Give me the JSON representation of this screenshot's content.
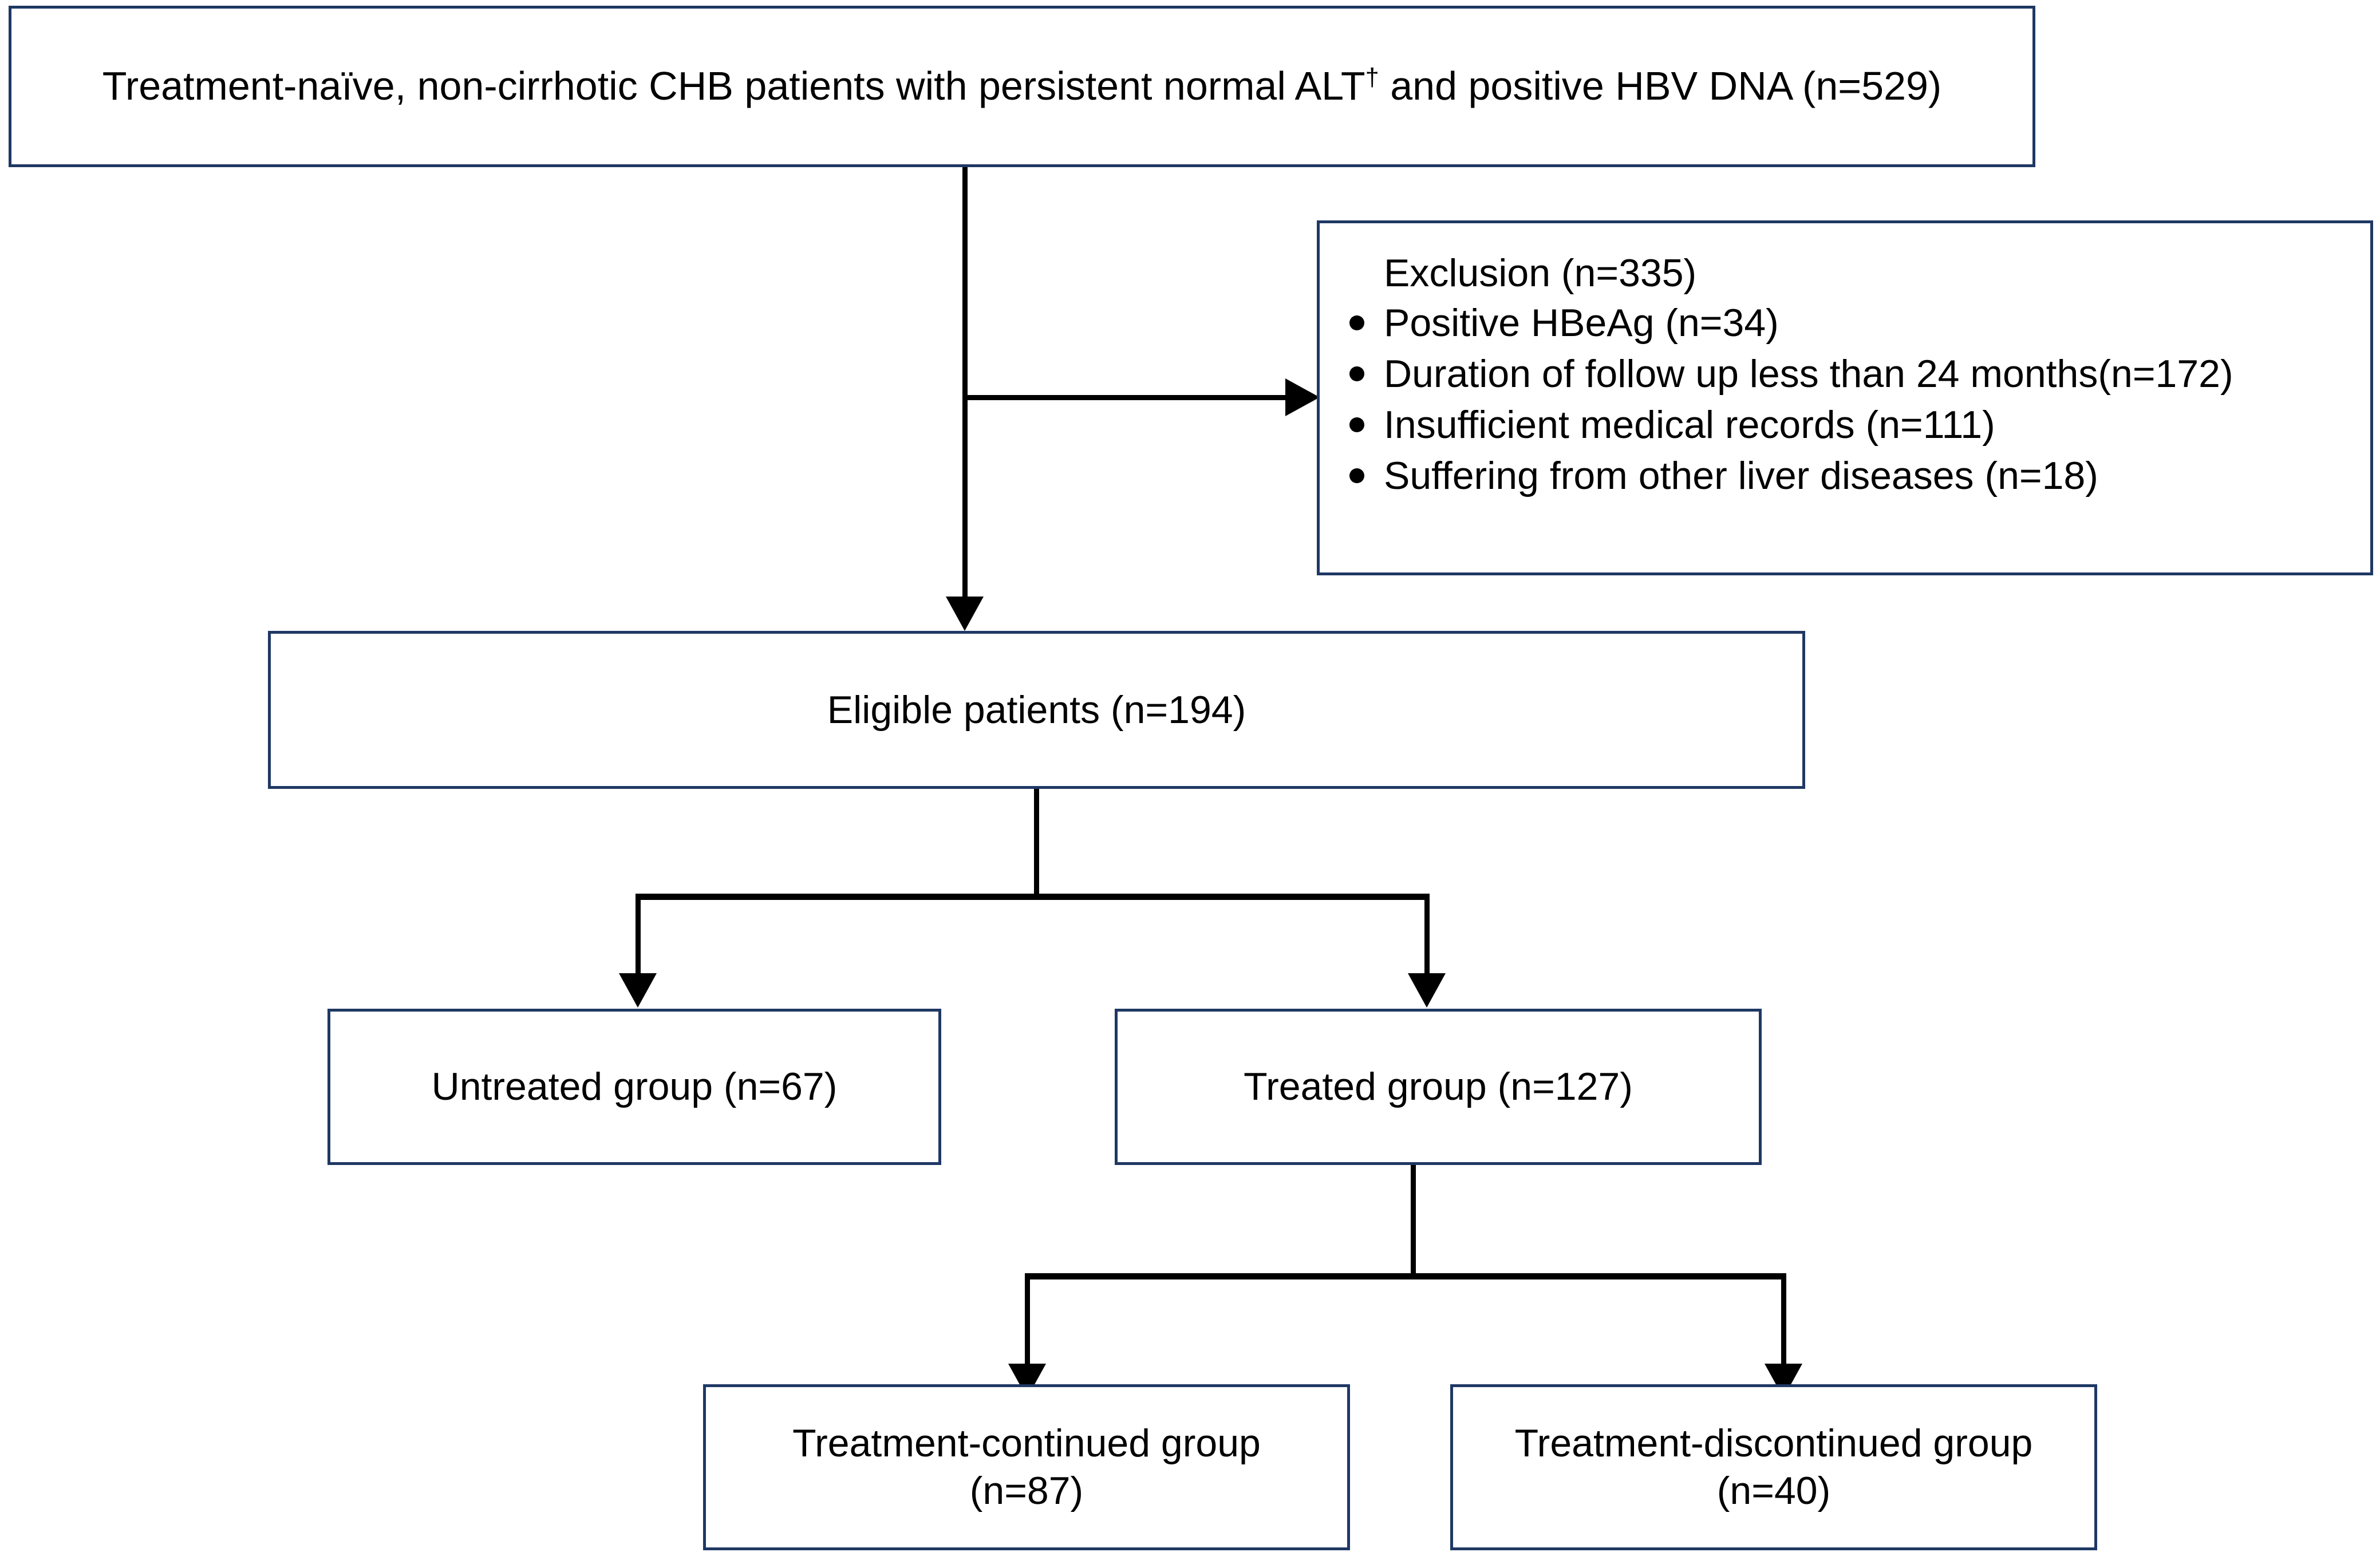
{
  "diagram": {
    "type": "flowchart",
    "title": "CHB patient selection flow diagram",
    "accent_color": "#1F3864",
    "line_color": "#000000",
    "background": "#ffffff",
    "nodes": {
      "source": {
        "label_prefix": "Treatment-naïve, non-cirrhotic CHB patients with persistent normal ALT",
        "label_superscript": "†",
        "label_suffix": " and positive HBV DNA (n=529)",
        "n": 529
      },
      "exclusion": {
        "heading": "Exclusion (n=335)",
        "n": 335,
        "items": [
          {
            "label": "Positive HBeAg (n=34)",
            "n": 34
          },
          {
            "label": "Duration of follow up less than 24 months(n=172)",
            "n": 172
          },
          {
            "label": "Insufficient medical records (n=111)",
            "n": 111
          },
          {
            "label": "Suffering from other liver diseases (n=18)",
            "n": 18
          }
        ]
      },
      "eligible": {
        "label": "Eligible patients (n=194)",
        "n": 194
      },
      "untreated": {
        "label": "Untreated group (n=67)",
        "n": 67
      },
      "treated": {
        "label": "Treated group (n=127)",
        "n": 127
      },
      "treatment_continued": {
        "line1": "Treatment-continued group",
        "line2": "(n=87)",
        "n": 87
      },
      "treatment_discontinued": {
        "line1": "Treatment-discontinued group",
        "line2": "(n=40)",
        "n": 40
      }
    },
    "edges": [
      {
        "from": "source",
        "to": "exclusion",
        "kind": "branch-right"
      },
      {
        "from": "source",
        "to": "eligible",
        "kind": "down"
      },
      {
        "from": "eligible",
        "to": "untreated",
        "kind": "split-left"
      },
      {
        "from": "eligible",
        "to": "treated",
        "kind": "split-right"
      },
      {
        "from": "treated",
        "to": "treatment_continued",
        "kind": "split-left"
      },
      {
        "from": "treated",
        "to": "treatment_discontinued",
        "kind": "split-right"
      }
    ]
  }
}
